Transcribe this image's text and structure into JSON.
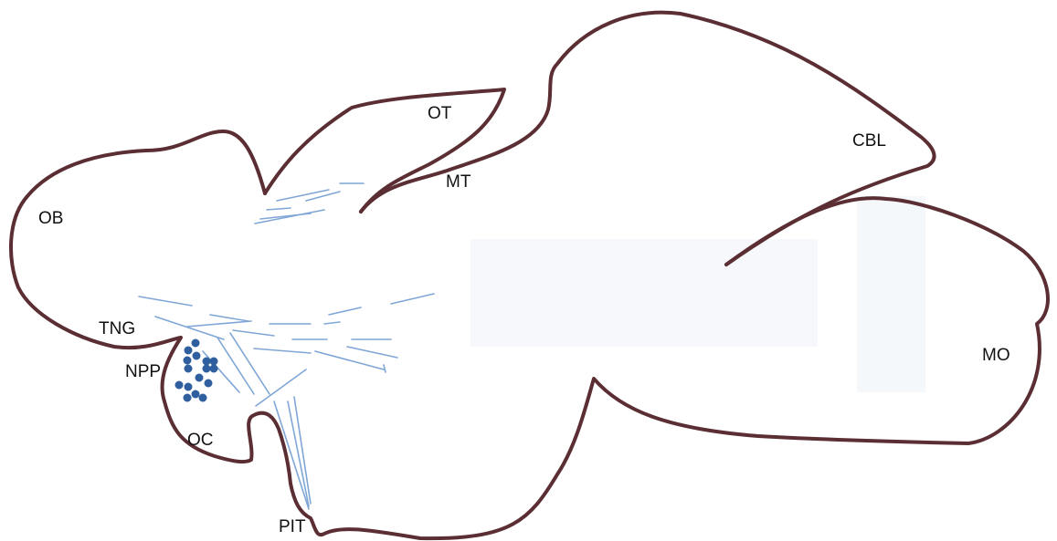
{
  "colors": {
    "outline": "#5a2e33",
    "fiber": "#7fa6d6",
    "cell": "#2f5f9e",
    "label": "#111111",
    "background": "#ffffff"
  },
  "labels": {
    "ob": "OB",
    "ot": "OT",
    "mt": "MT",
    "cbl": "CBL",
    "mo": "MO",
    "tng": "TNG",
    "npp": "NPP",
    "oc": "OC",
    "pit": "PIT"
  }
}
